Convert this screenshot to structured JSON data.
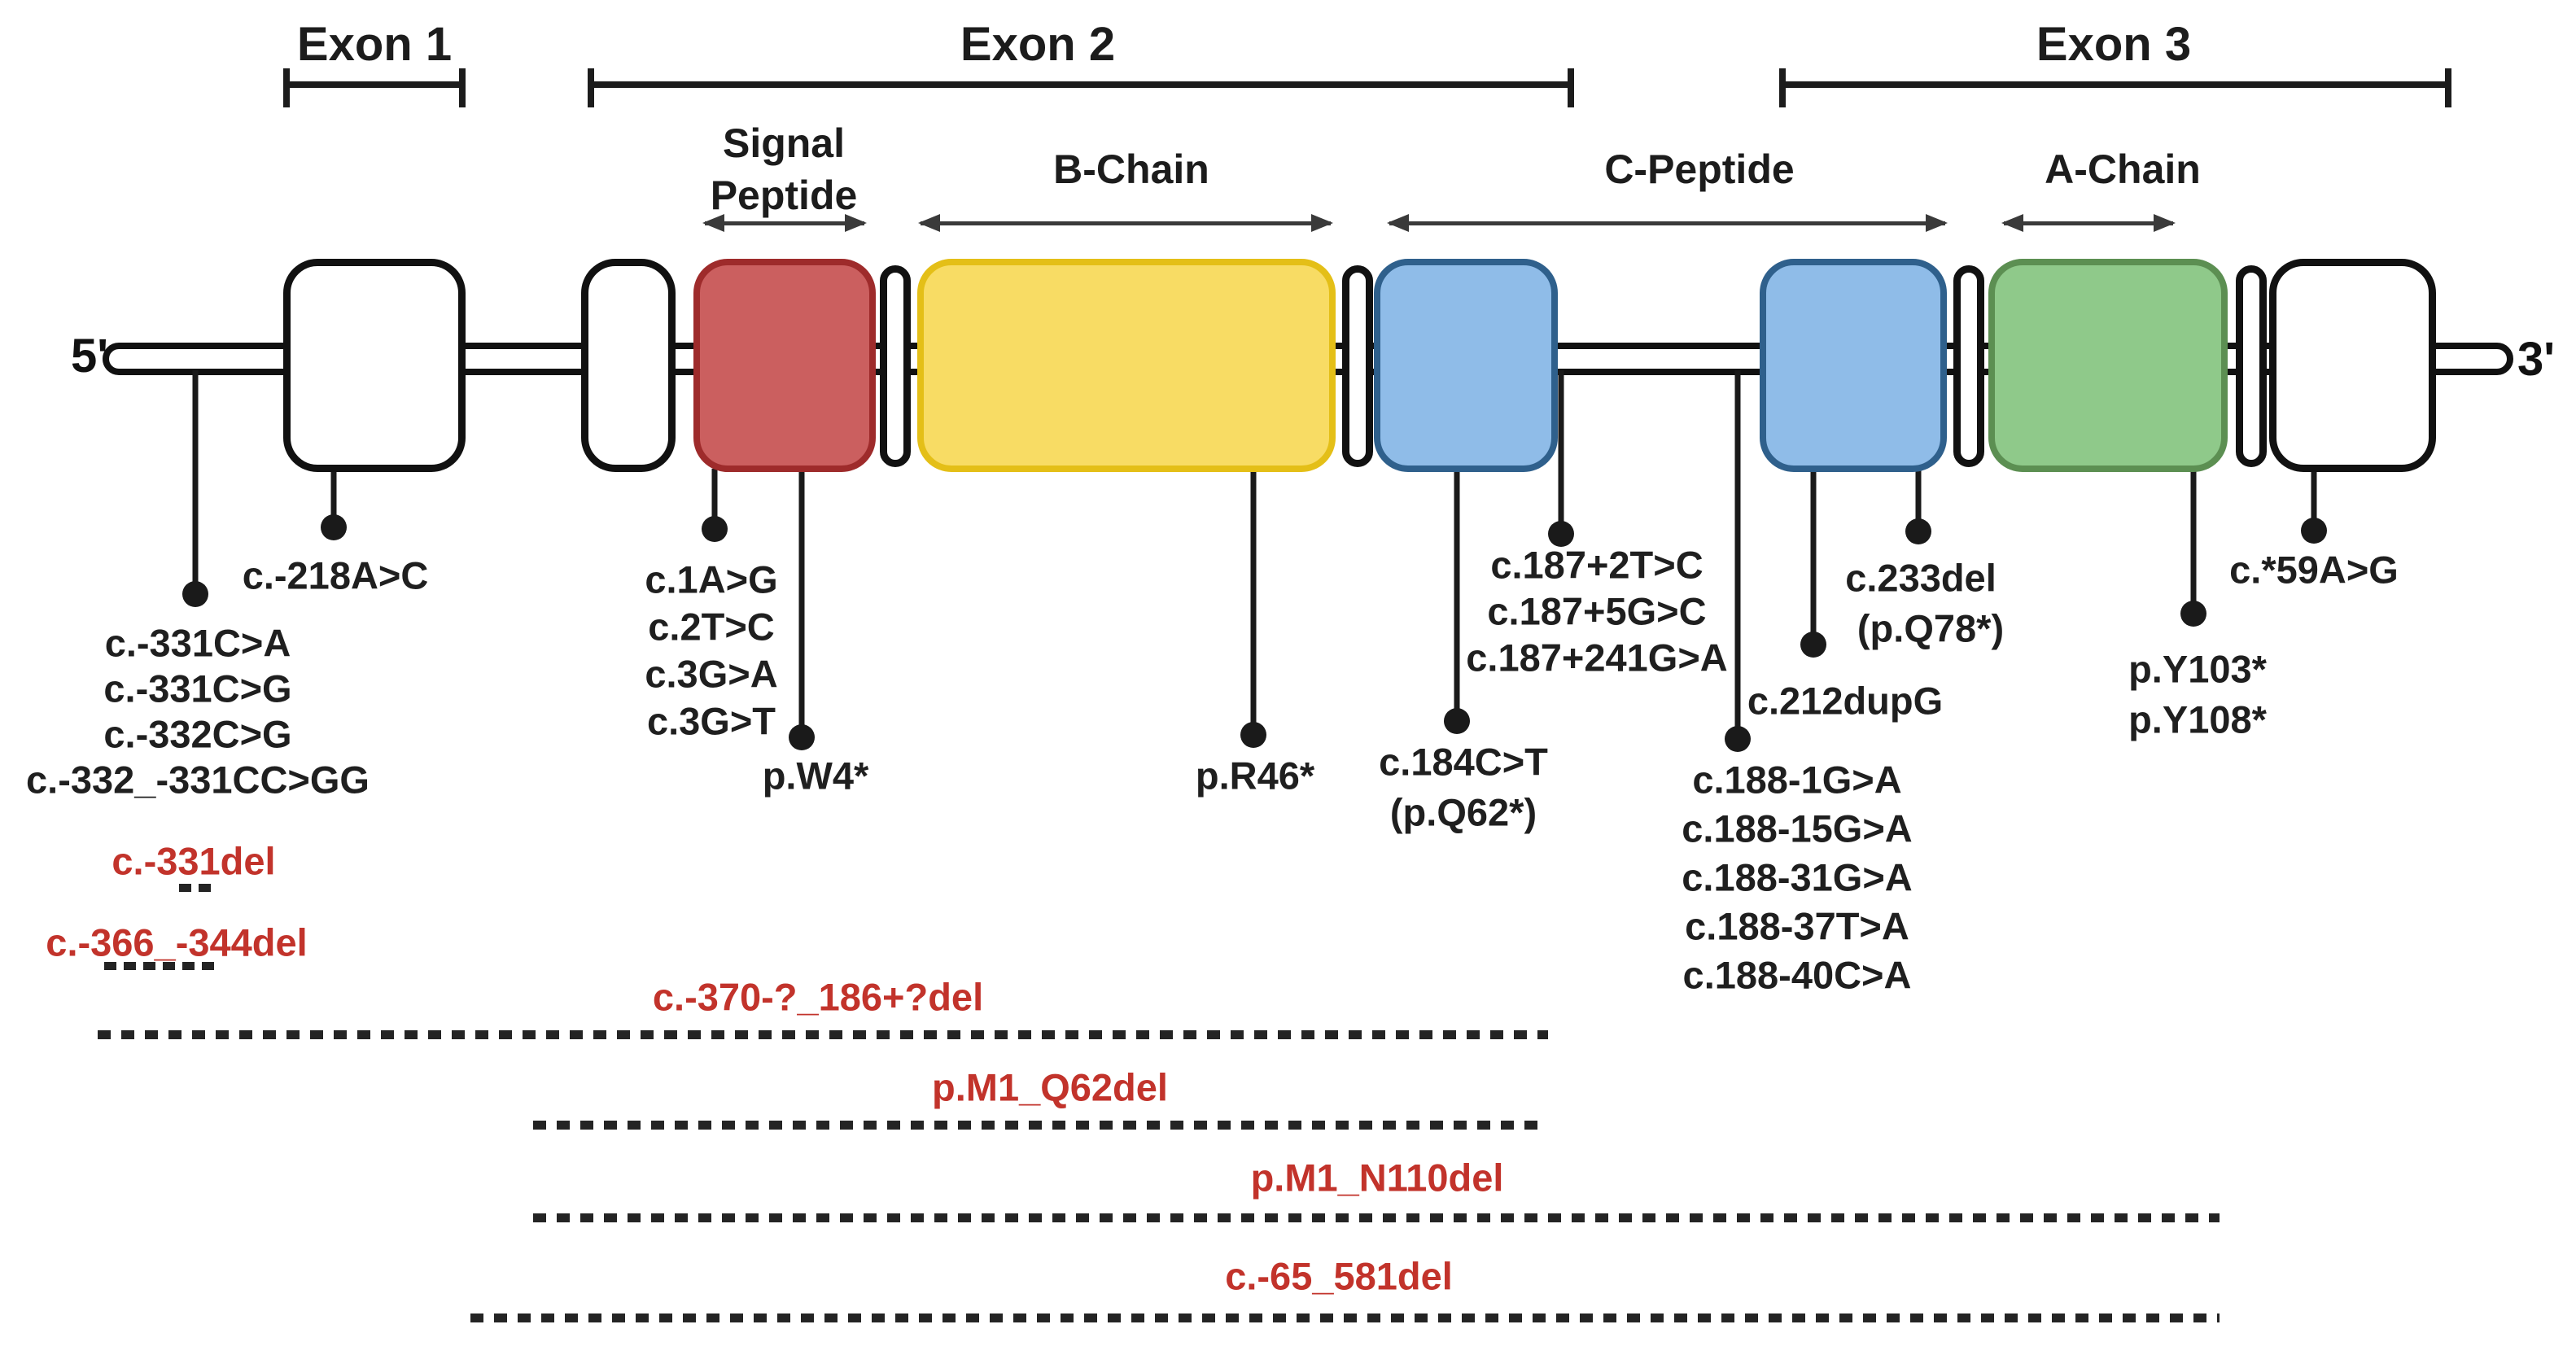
{
  "exons": [
    {
      "label": "Exon 1"
    },
    {
      "label": "Exon 2"
    },
    {
      "label": "Exon 3"
    }
  ],
  "domains": {
    "signal_peptide_line1": "Signal",
    "signal_peptide_line2": "Peptide",
    "b_chain": "B-Chain",
    "c_peptide": "C-Peptide",
    "a_chain": "A-Chain"
  },
  "terminals": {
    "five_prime": "5'",
    "three_prime": "3'"
  },
  "mutations": {
    "promoter_single": "c.-218A>C",
    "promoter_group": [
      "c.-331C>A",
      "c.-331C>G",
      "c.-332C>G",
      "c.-332_-331CC>GG"
    ],
    "start_codon_group": [
      "c.1A>G",
      "c.2T>C",
      "c.3G>A",
      "c.3G>T"
    ],
    "w4": "p.W4*",
    "r46": "p.R46*",
    "q62_line1": "c.184C>T",
    "q62_line2": "(p.Q62*)",
    "intron2_donor_group": [
      "c.187+2T>C",
      "c.187+5G>C",
      "c.187+241G>A"
    ],
    "intron2_acceptor_group": [
      "c.188-1G>A",
      "c.188-15G>A",
      "c.188-31G>A",
      "c.188-37T>A",
      "c.188-40C>A"
    ],
    "dup212": "c.212dupG",
    "q78_line1": "c.233del",
    "q78_line2": "(p.Q78*)",
    "utr3": "c.*59A>G",
    "y103": "p.Y103*",
    "y108": "p.Y108*"
  },
  "deletions": [
    "c.-331del",
    "c.-366_-344del",
    "c.-370-?_186+?del",
    "p.M1_Q62del",
    "p.M1_N110del",
    "c.-65_581del"
  ],
  "colors": {
    "signal_peptide_fill": "#CB5F5F",
    "signal_peptide_border": "#9E2B2B",
    "b_chain_fill": "#F8DC64",
    "b_chain_border": "#E4BF17",
    "c_peptide_fill": "#8FBCE8",
    "c_peptide_border": "#2F608C",
    "a_chain_fill": "#8FC98A",
    "a_chain_border": "#5C8F52",
    "deletion_text": "#C2332B",
    "diagram_line": "#1A1A1A"
  }
}
